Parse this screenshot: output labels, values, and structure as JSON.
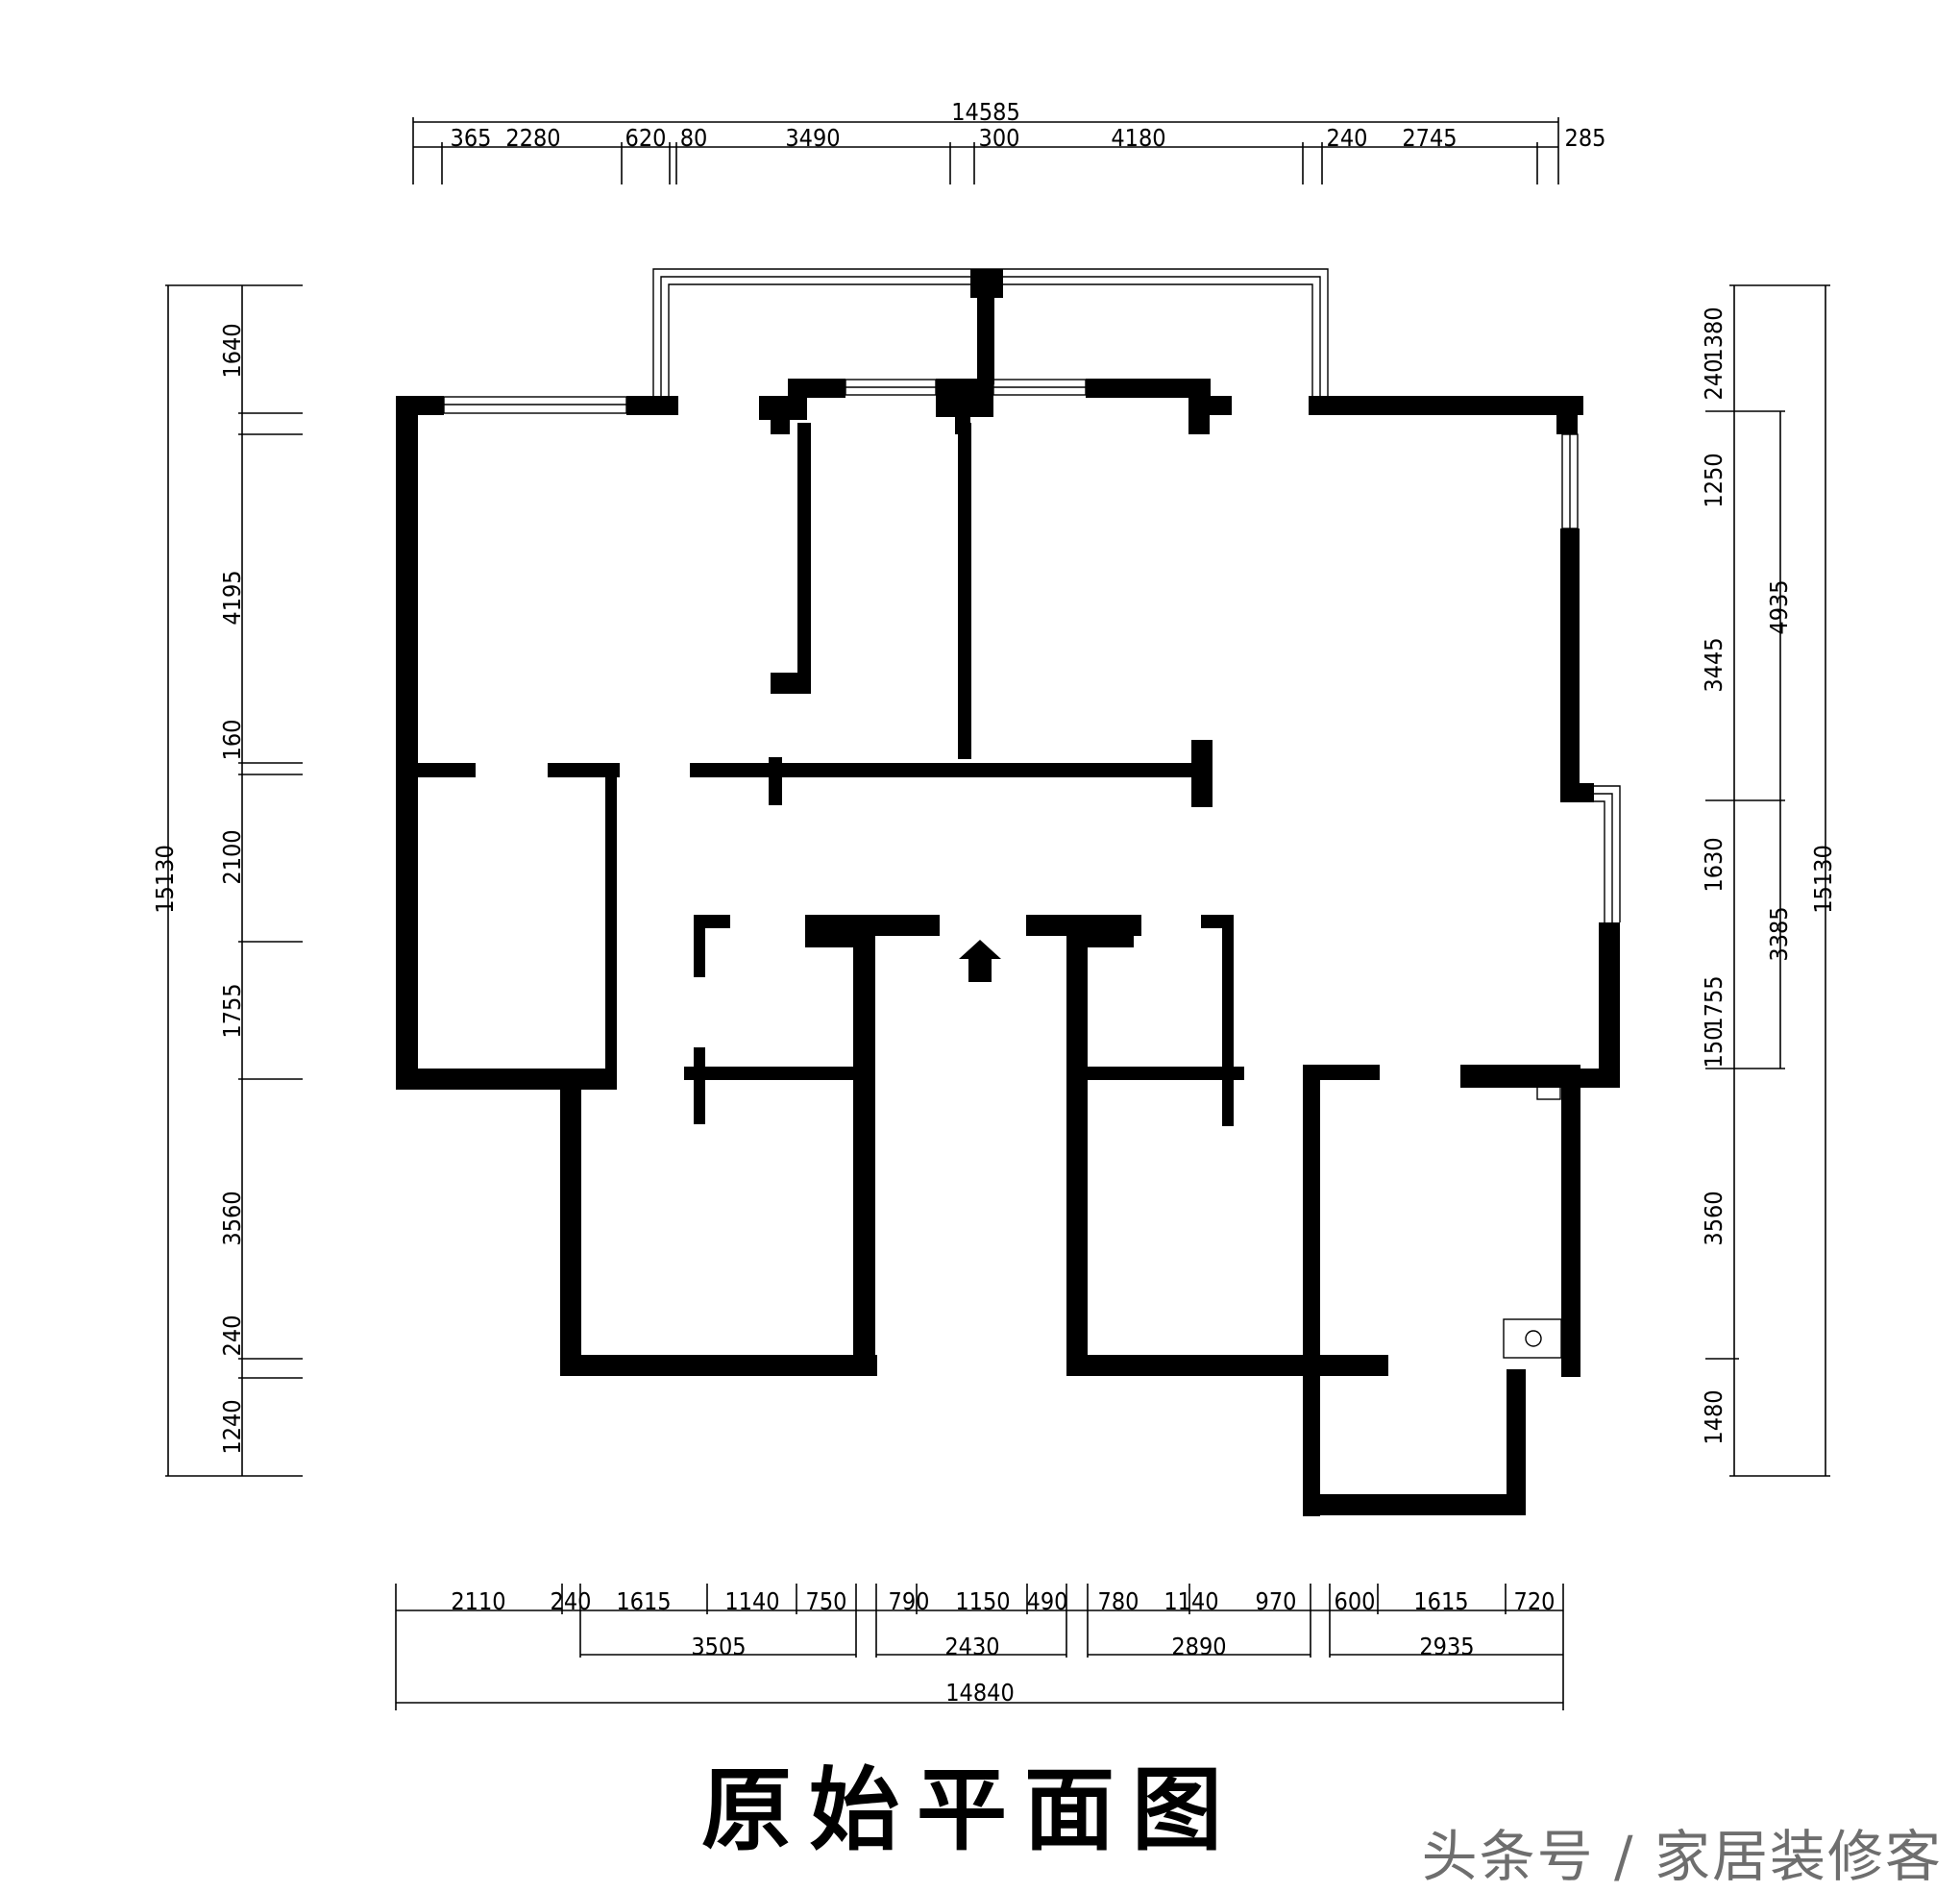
{
  "title": "原始平面图",
  "watermark": "头条号 / 家居装修客",
  "dimensions": {
    "top_total": "14585",
    "top_segments": [
      "365",
      "2280",
      "620",
      "80",
      "3490",
      "300",
      "4180",
      "240",
      "2745",
      "285"
    ],
    "left_total": "15130",
    "left_segments": [
      "1640",
      "4195",
      "160",
      "2100",
      "1755",
      "3560",
      "240",
      "1240"
    ],
    "right_total": "15130",
    "right_segments": [
      "240",
      "1380",
      "1250",
      "3445",
      "1630",
      "150",
      "1755",
      "3560",
      "1480"
    ],
    "right_inner": [
      "4935",
      "3385"
    ],
    "bottom_row1": [
      "2110",
      "240",
      "1615",
      "1140",
      "750",
      "790",
      "1150",
      "490",
      "780",
      "1140",
      "970",
      "600",
      "1615",
      "720"
    ],
    "bottom_row2": [
      "3505",
      "2430",
      "2890",
      "2935"
    ],
    "bottom_total": "14840"
  }
}
